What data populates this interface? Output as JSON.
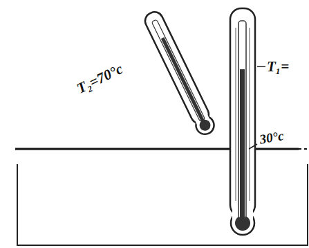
{
  "diagram": {
    "labels": [
      "T₂=70°c",
      "T₁=",
      "30°c"
    ]
  }
}
